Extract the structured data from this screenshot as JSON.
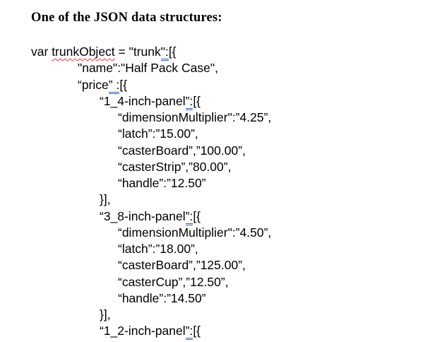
{
  "page": {
    "heading": "One of the JSON data structures:"
  },
  "colors": {
    "background": "#ffffff",
    "text": "#000000",
    "spell_underline": "#ff2b2b",
    "grammar_underline": "#3360cc"
  },
  "code": {
    "lines": [
      {
        "indent": 0,
        "segments": [
          {
            "t": "var "
          },
          {
            "t": "trunkObject",
            "mark": "spell"
          },
          {
            "t": " = \"trunk"
          },
          {
            "t": "\":",
            "mark": "grammar"
          },
          {
            "t": "[{"
          }
        ]
      },
      {
        "indent": 1,
        "segments": [
          {
            "t": "\"name\":\"Half Pack Case\","
          }
        ]
      },
      {
        "indent": 1,
        "segments": [
          {
            "t": "“price"
          },
          {
            "t": "” :",
            "mark": "grammar"
          },
          {
            "t": "[{"
          }
        ]
      },
      {
        "indent": 2,
        "segments": [
          {
            "t": "“1_4-inch-panel"
          },
          {
            "t": "”:",
            "mark": "grammar"
          },
          {
            "t": "[{"
          }
        ]
      },
      {
        "indent": 3,
        "segments": [
          {
            "t": "“dimensionMultiplier\":”4.25”,"
          }
        ]
      },
      {
        "indent": 3,
        "segments": [
          {
            "t": "“latch”:”15.00”,"
          }
        ]
      },
      {
        "indent": 3,
        "segments": [
          {
            "t": "“casterBoard”,”100.00”,"
          }
        ]
      },
      {
        "indent": 3,
        "segments": [
          {
            "t": "“casterStrip”,”80.00”,"
          }
        ]
      },
      {
        "indent": 3,
        "segments": [
          {
            "t": "“handle”:”12.50”"
          }
        ]
      },
      {
        "indent": 2,
        "segments": [
          {
            "t": "}],"
          }
        ]
      },
      {
        "indent": 2,
        "segments": [
          {
            "t": "“3_8-inch-panel"
          },
          {
            "t": "”:",
            "mark": "grammar"
          },
          {
            "t": "[{"
          }
        ]
      },
      {
        "indent": 3,
        "segments": [
          {
            "t": "“dimensionMultiplier\":”4.50”,"
          }
        ]
      },
      {
        "indent": 3,
        "segments": [
          {
            "t": "“latch”:”18.00”,"
          }
        ]
      },
      {
        "indent": 3,
        "segments": [
          {
            "t": "“casterBoard”,”125.00”,"
          }
        ]
      },
      {
        "indent": 3,
        "segments": [
          {
            "t": "“casterCup”,”12.50”,"
          }
        ]
      },
      {
        "indent": 3,
        "segments": [
          {
            "t": "“handle”:”14.50”"
          }
        ]
      },
      {
        "indent": 2,
        "segments": [
          {
            "t": "}],"
          }
        ]
      },
      {
        "indent": 2,
        "segments": [
          {
            "t": "“1_2-inch-panel"
          },
          {
            "t": "”:",
            "mark": "grammar"
          },
          {
            "t": "[{"
          }
        ]
      }
    ]
  }
}
